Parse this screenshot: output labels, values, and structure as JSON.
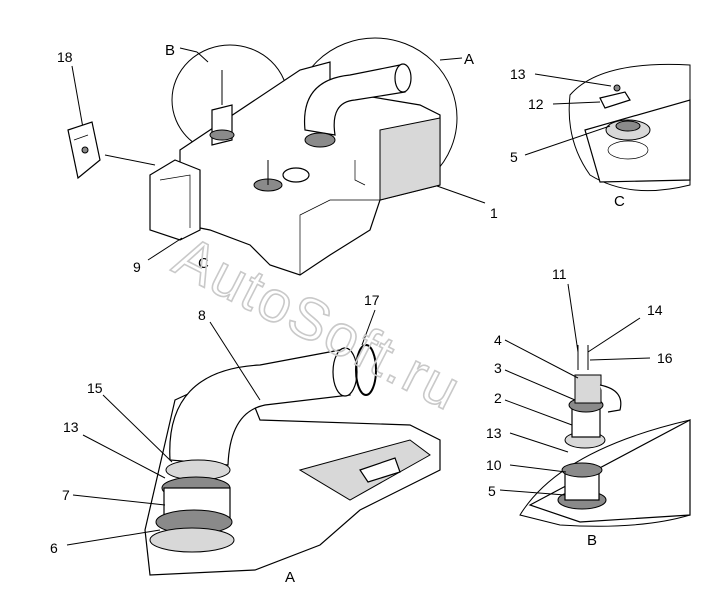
{
  "watermark": {
    "text": "AutoSoft.ru"
  },
  "views": {
    "main": {
      "detail_circles": [
        "A",
        "B",
        "C"
      ],
      "tag_c": "C"
    },
    "detail_a": {
      "caption": "A"
    },
    "detail_b": {
      "caption": "B"
    },
    "detail_c": {
      "caption": "C"
    }
  },
  "callouts": [
    {
      "id": "1",
      "view": "main"
    },
    {
      "id": "9",
      "view": "main"
    },
    {
      "id": "18",
      "view": "main"
    },
    {
      "id": "13",
      "view": "detail_c"
    },
    {
      "id": "12",
      "view": "detail_c"
    },
    {
      "id": "5",
      "view": "detail_c"
    },
    {
      "id": "8",
      "view": "detail_a"
    },
    {
      "id": "17",
      "view": "detail_a"
    },
    {
      "id": "15",
      "view": "detail_a"
    },
    {
      "id": "13",
      "view": "detail_a"
    },
    {
      "id": "7",
      "view": "detail_a"
    },
    {
      "id": "6",
      "view": "detail_a"
    },
    {
      "id": "11",
      "view": "detail_b"
    },
    {
      "id": "14",
      "view": "detail_b"
    },
    {
      "id": "4",
      "view": "detail_b"
    },
    {
      "id": "16",
      "view": "detail_b"
    },
    {
      "id": "3",
      "view": "detail_b"
    },
    {
      "id": "2",
      "view": "detail_b"
    },
    {
      "id": "13",
      "view": "detail_b"
    },
    {
      "id": "10",
      "view": "detail_b"
    },
    {
      "id": "5",
      "view": "detail_b"
    }
  ]
}
